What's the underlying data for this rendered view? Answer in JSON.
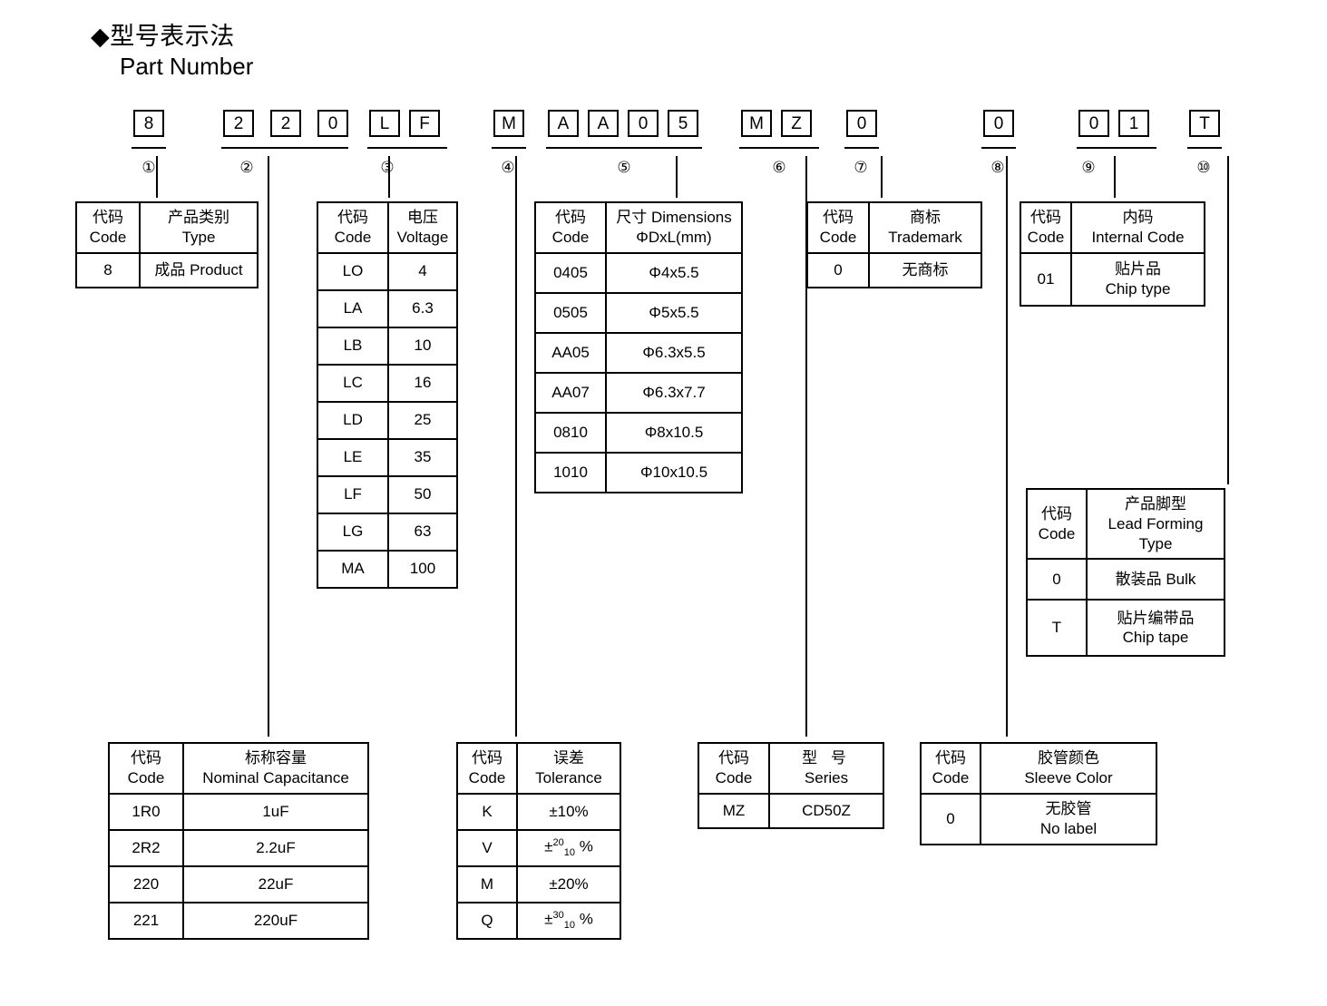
{
  "heading": {
    "cn": "◆型号表示法",
    "en": "Part Number"
  },
  "part_number": {
    "groups": [
      {
        "marker": "①",
        "chars": [
          "8"
        ]
      },
      {
        "marker": "②",
        "chars": [
          "2",
          "2",
          "0"
        ]
      },
      {
        "marker": "③",
        "chars": [
          "L",
          "F"
        ]
      },
      {
        "marker": "④",
        "chars": [
          "M"
        ]
      },
      {
        "marker": "⑤",
        "chars": [
          "A",
          "A",
          "0",
          "5"
        ]
      },
      {
        "marker": "⑥",
        "chars": [
          "M",
          "Z"
        ]
      },
      {
        "marker": "⑦",
        "chars": [
          "0"
        ]
      },
      {
        "marker": "⑧",
        "chars": [
          "0"
        ]
      },
      {
        "marker": "⑨",
        "chars": [
          "0",
          "1"
        ]
      },
      {
        "marker": "⑩",
        "chars": [
          "T"
        ]
      }
    ]
  },
  "tables": {
    "type": {
      "header": {
        "code_cn": "代码",
        "code_en": "Code",
        "val_cn": "产品类别",
        "val_en": "Type"
      },
      "rows": [
        {
          "code": "8",
          "value": "成品 Product"
        }
      ]
    },
    "voltage": {
      "header": {
        "code_cn": "代码",
        "code_en": "Code",
        "val_cn": "电压",
        "val_en": "Voltage"
      },
      "rows": [
        {
          "code": "LO",
          "value": "4"
        },
        {
          "code": "LA",
          "value": "6.3"
        },
        {
          "code": "LB",
          "value": "10"
        },
        {
          "code": "LC",
          "value": "16"
        },
        {
          "code": "LD",
          "value": "25"
        },
        {
          "code": "LE",
          "value": "35"
        },
        {
          "code": "LF",
          "value": "50"
        },
        {
          "code": "LG",
          "value": "63"
        },
        {
          "code": "MA",
          "value": "100"
        }
      ]
    },
    "dimensions": {
      "header": {
        "code_cn": "代码",
        "code_en": "Code",
        "val_cn": "尺寸 Dimensions",
        "val_en": "ΦDxL(mm)"
      },
      "rows": [
        {
          "code": "0405",
          "value": "Φ4x5.5"
        },
        {
          "code": "0505",
          "value": "Φ5x5.5"
        },
        {
          "code": "AA05",
          "value": "Φ6.3x5.5"
        },
        {
          "code": "AA07",
          "value": "Φ6.3x7.7"
        },
        {
          "code": "0810",
          "value": "Φ8x10.5"
        },
        {
          "code": "1010",
          "value": "Φ10x10.5"
        }
      ]
    },
    "trademark": {
      "header": {
        "code_cn": "代码",
        "code_en": "Code",
        "val_cn": "商标",
        "val_en": "Trademark"
      },
      "rows": [
        {
          "code": "0",
          "value": "无商标"
        }
      ]
    },
    "internal_code": {
      "header": {
        "code_cn": "代码",
        "code_en": "Code",
        "val_cn": "内码",
        "val_en": "Internal Code"
      },
      "rows": [
        {
          "code": "01",
          "value_cn": "贴片品",
          "value_en": "Chip type"
        }
      ]
    },
    "lead_forming": {
      "header": {
        "code_cn": "代码",
        "code_en": "Code",
        "val_cn": "产品脚型",
        "val_en": "Lead Forming",
        "val_en2": "Type"
      },
      "rows": [
        {
          "code": "0",
          "value_cn": "散装品 Bulk",
          "value_en": ""
        },
        {
          "code": "T",
          "value_cn": "贴片编带品",
          "value_en": "Chip tape"
        }
      ]
    },
    "capacitance": {
      "header": {
        "code_cn": "代码",
        "code_en": "Code",
        "val_cn": "标称容量",
        "val_en": "Nominal Capacitance"
      },
      "rows": [
        {
          "code": "1R0",
          "value": "1uF"
        },
        {
          "code": "2R2",
          "value": "2.2uF"
        },
        {
          "code": "220",
          "value": "22uF"
        },
        {
          "code": "221",
          "value": "220uF"
        }
      ]
    },
    "tolerance": {
      "header": {
        "code_cn": "代码",
        "code_en": "Code",
        "val_cn": "误差",
        "val_en": "Tolerance"
      },
      "rows": [
        {
          "code": "K",
          "value": "±10%",
          "sup": "",
          "sub": ""
        },
        {
          "code": "V",
          "value": "",
          "sup": "20",
          "sub": "10"
        },
        {
          "code": "M",
          "value": "±20%",
          "sup": "",
          "sub": ""
        },
        {
          "code": "Q",
          "value": "",
          "sup": "30",
          "sub": "10"
        }
      ]
    },
    "series": {
      "header": {
        "code_cn": "代码",
        "code_en": "Code",
        "val_cn": "型 号",
        "val_en": "Series"
      },
      "rows": [
        {
          "code": "MZ",
          "value": "CD50Z"
        }
      ]
    },
    "sleeve_color": {
      "header": {
        "code_cn": "代码",
        "code_en": "Code",
        "val_cn": "胶管颜色",
        "val_en": "Sleeve Color"
      },
      "rows": [
        {
          "code": "0",
          "value_cn": "无胶管",
          "value_en": "No label"
        }
      ]
    }
  }
}
